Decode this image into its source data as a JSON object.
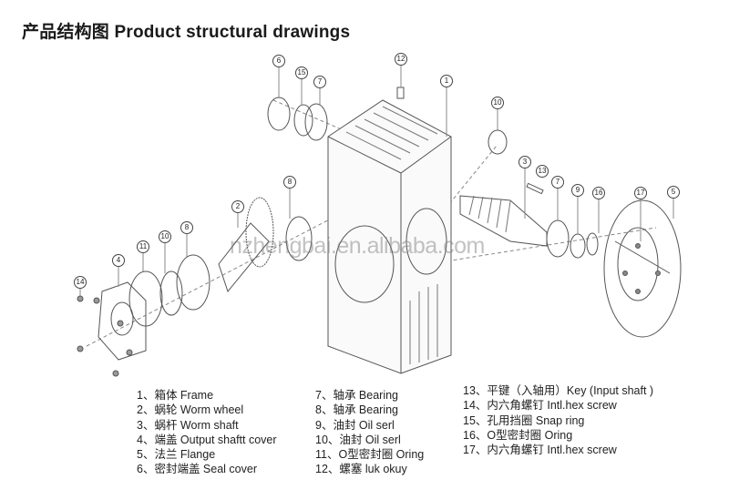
{
  "title": "产品结构图 Product structural drawings",
  "watermark": "nzhengbai.en.alibaba.com",
  "callouts": {
    "c6": "6",
    "c15": "15",
    "c7a": "7",
    "c12": "12",
    "c1": "1",
    "c10a": "10",
    "c3": "3",
    "c13": "13",
    "c7b": "7",
    "c9": "9",
    "c16": "16",
    "c17": "17",
    "c5": "5",
    "c8a": "8",
    "c2": "2",
    "c8b": "8",
    "c10b": "10",
    "c11": "11",
    "c4": "4",
    "c14": "14"
  },
  "legend": {
    "col1": [
      "1、箱体 Frame",
      "2、蜗轮 Worm wheel",
      "3、蜗杆 Worm shaft",
      "4、端盖 Output shaftt cover",
      "5、法兰 Flange",
      "6、密封端盖 Seal cover"
    ],
    "col2": [
      "7、轴承 Bearing",
      "8、轴承 Bearing",
      "9、油封 Oil serl",
      "10、油封 Oil serl",
      "11、O型密封圈 Oring",
      "12、螺塞 luk okuy"
    ],
    "col3": [
      "13、平键（入轴用）Key (Input shaft )",
      "14、内六角螺钉 Intl.hex screw",
      "15、孔用挡圈 Snap ring",
      "16、O型密封圈 Oring",
      "17、内六角螺钉 Intl.hex screw"
    ]
  }
}
